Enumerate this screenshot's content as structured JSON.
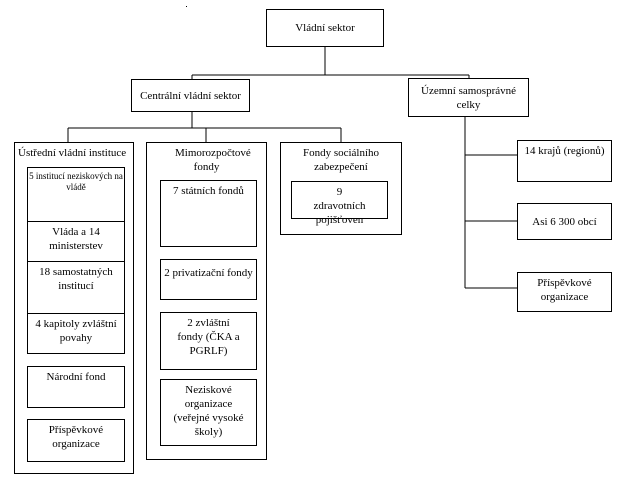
{
  "root": "Vládní sektor",
  "central": {
    "title": "Centrální vládní sektor",
    "groups": {
      "ustredni": {
        "title": "Ústřední vládní instituce",
        "items": [
          "5 institucí neziskových na vládě",
          "Vláda a 14 ministerstev",
          "18 samostatných institucí",
          "4 kapitoly zvláštní povahy",
          "Národní fond",
          "Příspěvkové organizace"
        ]
      },
      "mimorozpoctove": {
        "title": "Mimorozpočtové fondy",
        "items": [
          "7 státních fondů",
          "2 privatizační fondy",
          "2 zvláštní fondy (ČKA a PGRLF)",
          "Neziskové organizace (veřejné vysoké školy)"
        ]
      },
      "fondy_soc": {
        "title": "Fondy sociálního zabezpečení",
        "items": [
          "9 zdravotních pojišťoven"
        ]
      }
    }
  },
  "uzemni": {
    "title": "Územní samosprávné celky",
    "items": [
      "14 krajů (regionů)",
      "Asi 6 300 obcí",
      "Příspěvkové organizace"
    ]
  }
}
